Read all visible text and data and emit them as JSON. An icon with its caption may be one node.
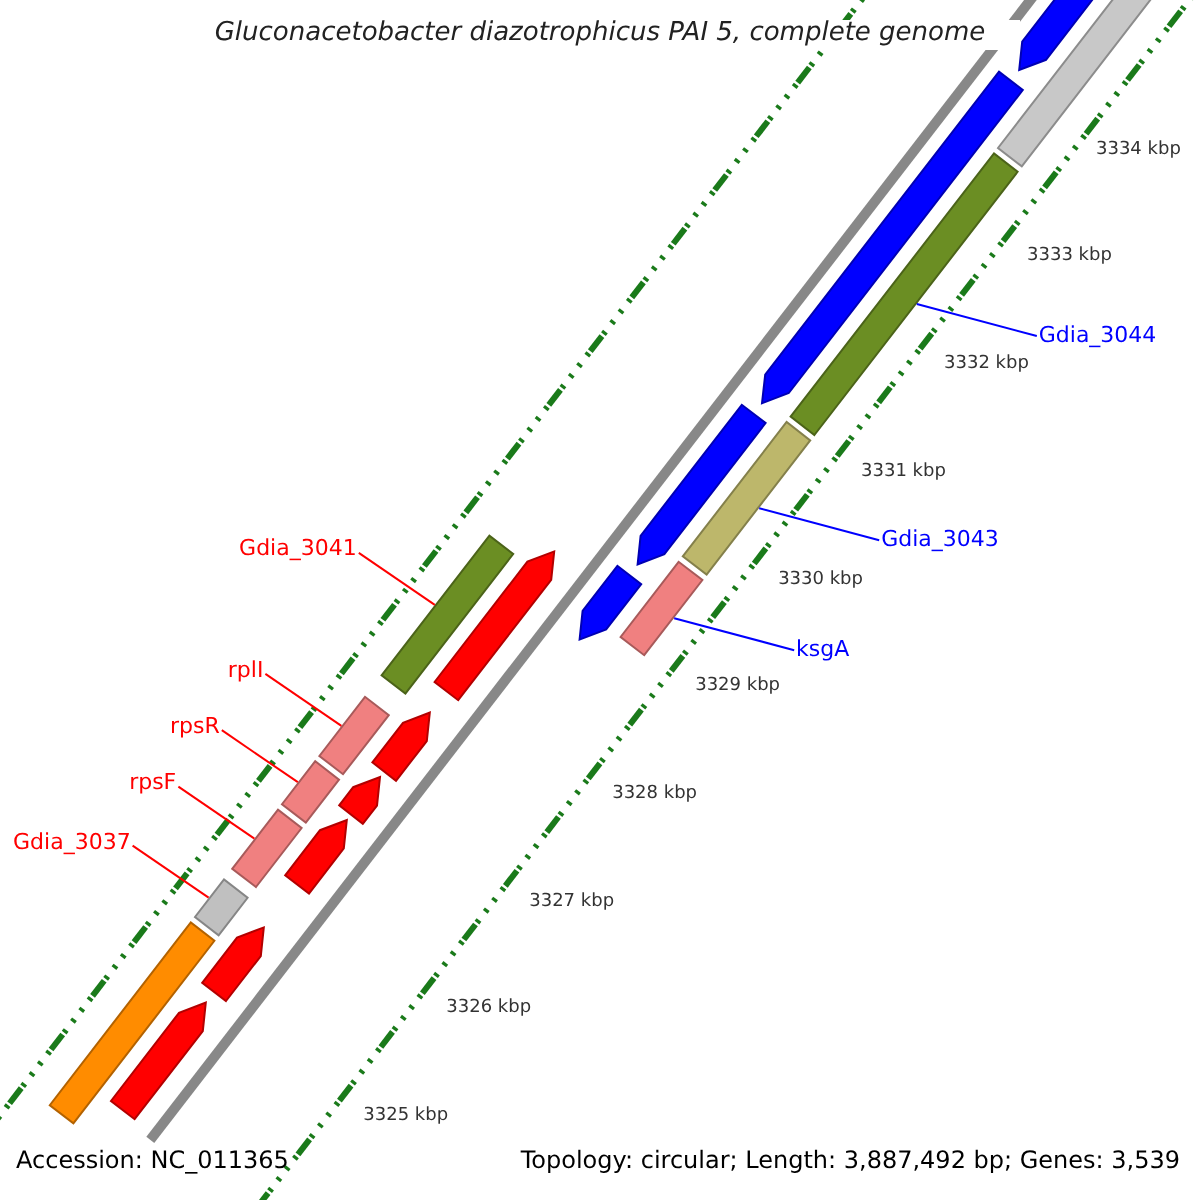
{
  "diagram": {
    "title": "Gluconacetobacter diazotrophicus PAI 5, complete genome",
    "nodes": [
      {
        "text": [
          "Gdia_3041"
        ]
      },
      {
        "text": [],
        "shape": "bar"
      },
      {
        "text": [
          "rplI"
        ]
      },
      {
        "text": [],
        "shape": "bar"
      },
      {
        "text": [
          "rpsR"
        ]
      },
      {
        "text": [],
        "shape": "bar"
      },
      {
        "text": [
          "rpsF"
        ]
      },
      {
        "text": [],
        "shape": "bar"
      },
      {
        "text": [
          "Gdia_3037"
        ]
      },
      {
        "text": [],
        "shape": "bar"
      },
      {
        "text": [
          "ksgA"
        ]
      },
      {
        "text": [],
        "shape": "bar"
      },
      {
        "text": [
          "Gdia_3043"
        ]
      },
      {
        "text": [],
        "shape": "bar"
      },
      {
        "text": [
          "Gdia_3044"
        ]
      },
      {
        "text": [],
        "shape": "bar"
      },
      {
        "text": [],
        "shape": "bar"
      },
      {
        "text": [],
        "shape": "bar"
      },
      {
        "text": [],
        "shape": "bar"
      },
      {
        "text": [],
        "shape": "bar"
      },
      {
        "text": [],
        "shape": "bar"
      },
      {
        "text": [],
        "shape": "bar"
      },
      {
        "text": [],
        "shape": "bar"
      },
      {
        "text": [],
        "shape": "bar"
      },
      {
        "text": [],
        "shape": "bar"
      },
      {
        "text": [],
        "shape": "bar"
      },
      {
        "text": [],
        "shape": "bar"
      },
      {
        "text": [],
        "shape": "bar"
      }
    ],
    "edges": [
      {
        "from": 0,
        "to": 1,
        "arrow": "none"
      },
      {
        "from": 2,
        "to": 3,
        "arrow": "none"
      },
      {
        "from": 4,
        "to": 5,
        "arrow": "none"
      },
      {
        "from": 6,
        "to": 7,
        "arrow": "none"
      },
      {
        "from": 8,
        "to": 9,
        "arrow": "none"
      },
      {
        "from": 10,
        "to": 11,
        "arrow": "none",
        "color": "#0000ff"
      },
      {
        "from": 12,
        "to": 13,
        "arrow": "none",
        "color": "#0000ff"
      },
      {
        "from": 14,
        "to": 15,
        "arrow": "none",
        "color": "#0000ff"
      }
    ],
    "labels": [
      "3325 kbp",
      "3326 kbp",
      "3327 kbp",
      "3328 kbp",
      "3329 kbp",
      "3330 kbp",
      "3331 kbp",
      "3332 kbp",
      "3333 kbp",
      "3334 kbp",
      "Accession: NC_011365",
      "Topology: circular; Length: 3,887,492 bp; Genes: 3,539"
    ]
  }
}
